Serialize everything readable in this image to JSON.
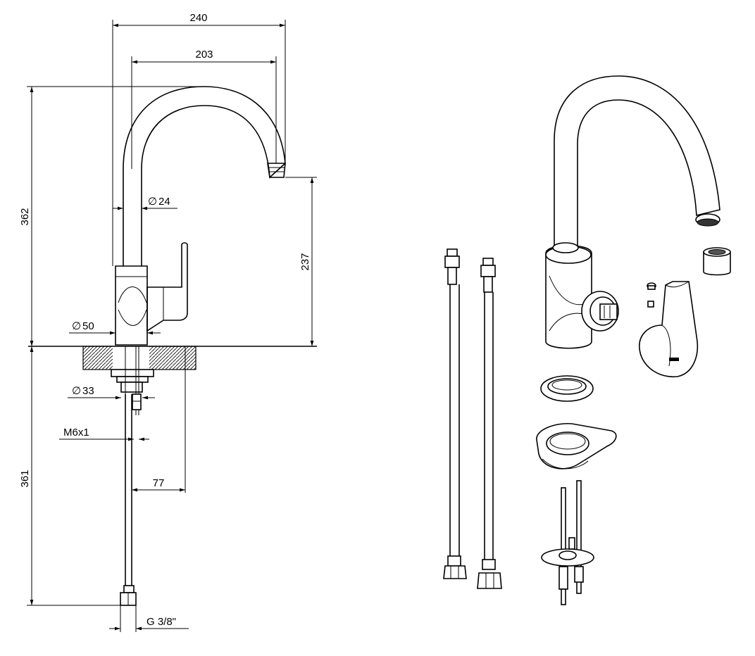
{
  "dimensions": {
    "width_overall": "240",
    "spout_reach": "203",
    "height_total": "362",
    "spout_height": "237",
    "spout_diameter": "24",
    "body_diameter": "50",
    "base_diameter": "33",
    "thread": "M6x1",
    "hose_length": "361",
    "hose_offset": "77",
    "connection": "G 3/8\"",
    "diameter_symbol": "∅"
  },
  "colors": {
    "line": "#000000",
    "hatch": "#000000",
    "background": "#ffffff"
  }
}
